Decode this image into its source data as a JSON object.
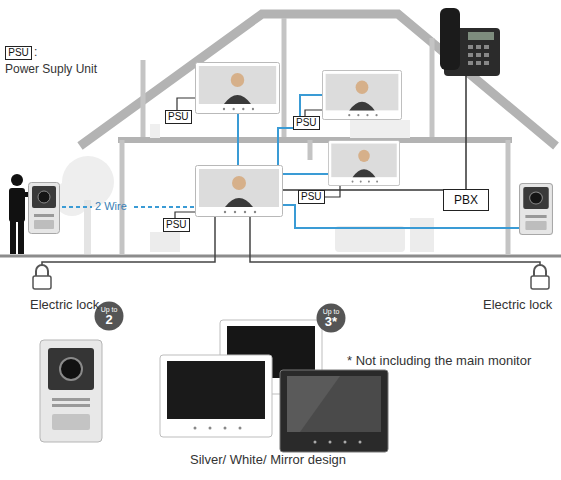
{
  "diagram": {
    "nodes": [
      {
        "text": [
          "PSU"
        ]
      },
      {
        "text": [
          "PSU"
        ]
      },
      {
        "text": [
          "PSU"
        ]
      },
      {
        "text": [
          "PSU"
        ]
      },
      {
        "text": [
          "PSU"
        ]
      },
      {
        "text": [
          "PBX"
        ]
      },
      {
        "text": [
          "Up to",
          "2"
        ]
      },
      {
        "text": [
          "Up to",
          "3*"
        ]
      }
    ],
    "labels": [
      ":",
      "Power Suply Unit",
      "2 Wire",
      "Electric lock",
      "Electric lock",
      "* Not including the main monitor",
      "Silver/ White/ Mirror design"
    ]
  }
}
